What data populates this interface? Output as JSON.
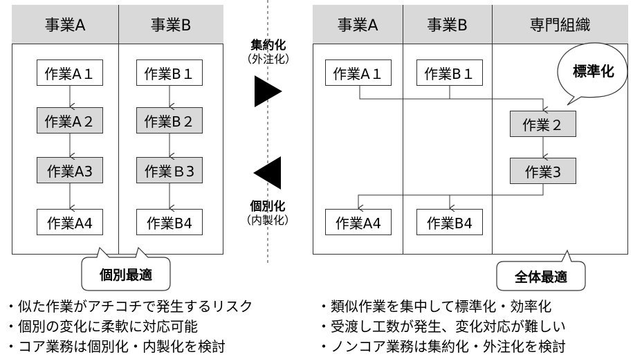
{
  "left": {
    "headers": [
      "事業A",
      "事業B"
    ],
    "col_a": [
      "作業A１",
      "作業A２",
      "作業A3",
      "作業A4"
    ],
    "col_b": [
      "作業B１",
      "作業B２",
      "作業Ｂ3",
      "作業B4"
    ],
    "callout": "個別最適"
  },
  "middle": {
    "top_title": "集約化",
    "top_sub": "（外注化）",
    "bottom_title": "個別化",
    "bottom_sub": "（内製化）"
  },
  "right": {
    "headers": [
      "事業A",
      "事業B",
      "専門組織"
    ],
    "col_a": [
      "作業A１",
      "作業A4"
    ],
    "col_b": [
      "作業B１",
      "作業B4"
    ],
    "col_c": [
      "作業２",
      "作業3"
    ],
    "bubble": "標準化",
    "callout": "全体最適"
  },
  "notes_left": [
    "・似た作業がアチコチで発生するリスク",
    "・個別の変化に柔軟に対応可能",
    "・コア業務は個別化・内製化を検討"
  ],
  "notes_right": [
    "・類似作業を集中して標準化・効率化",
    "・受渡し工数が発生、変化対応が難しい",
    "・ノンコア業務は集約化・外注化を検討"
  ]
}
